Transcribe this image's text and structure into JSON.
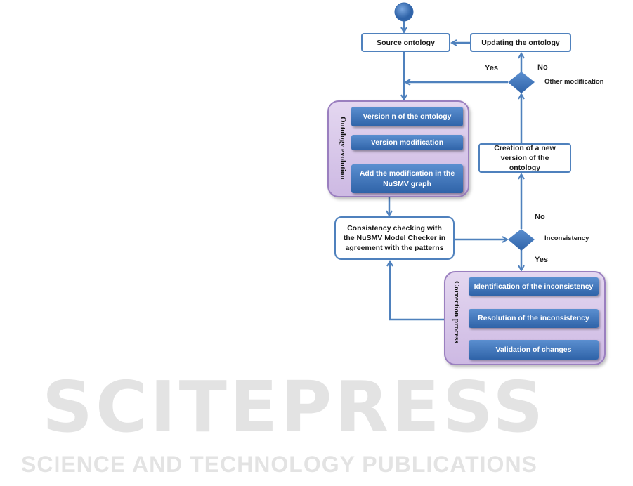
{
  "watermark": {
    "title": "SCITEPRESS",
    "subtitle": "SCIENCE AND TECHNOLOGY PUBLICATIONS"
  },
  "nodes": {
    "source": "Source ontology",
    "updating": "Updating the ontology",
    "creation": "Creation of a new version of the ontology",
    "consistency": "Consistency checking with the NuSMV Model Checker in agreement with the patterns"
  },
  "decisions": {
    "other": {
      "label": "Other modification",
      "yes": "Yes",
      "no": "No"
    },
    "inconsistency": {
      "label": "Inconsistency",
      "yes": "Yes",
      "no": "No"
    }
  },
  "ontology_evolution": {
    "title": "Ontology evolution",
    "steps": [
      "Version n of the ontology",
      "Version modification",
      "Add the modification in the NuSMV graph"
    ]
  },
  "correction_process": {
    "title": "Correction process",
    "steps": [
      "Identification of the inconsistency",
      "Resolution of the inconsistency",
      "Validation of changes"
    ]
  }
}
